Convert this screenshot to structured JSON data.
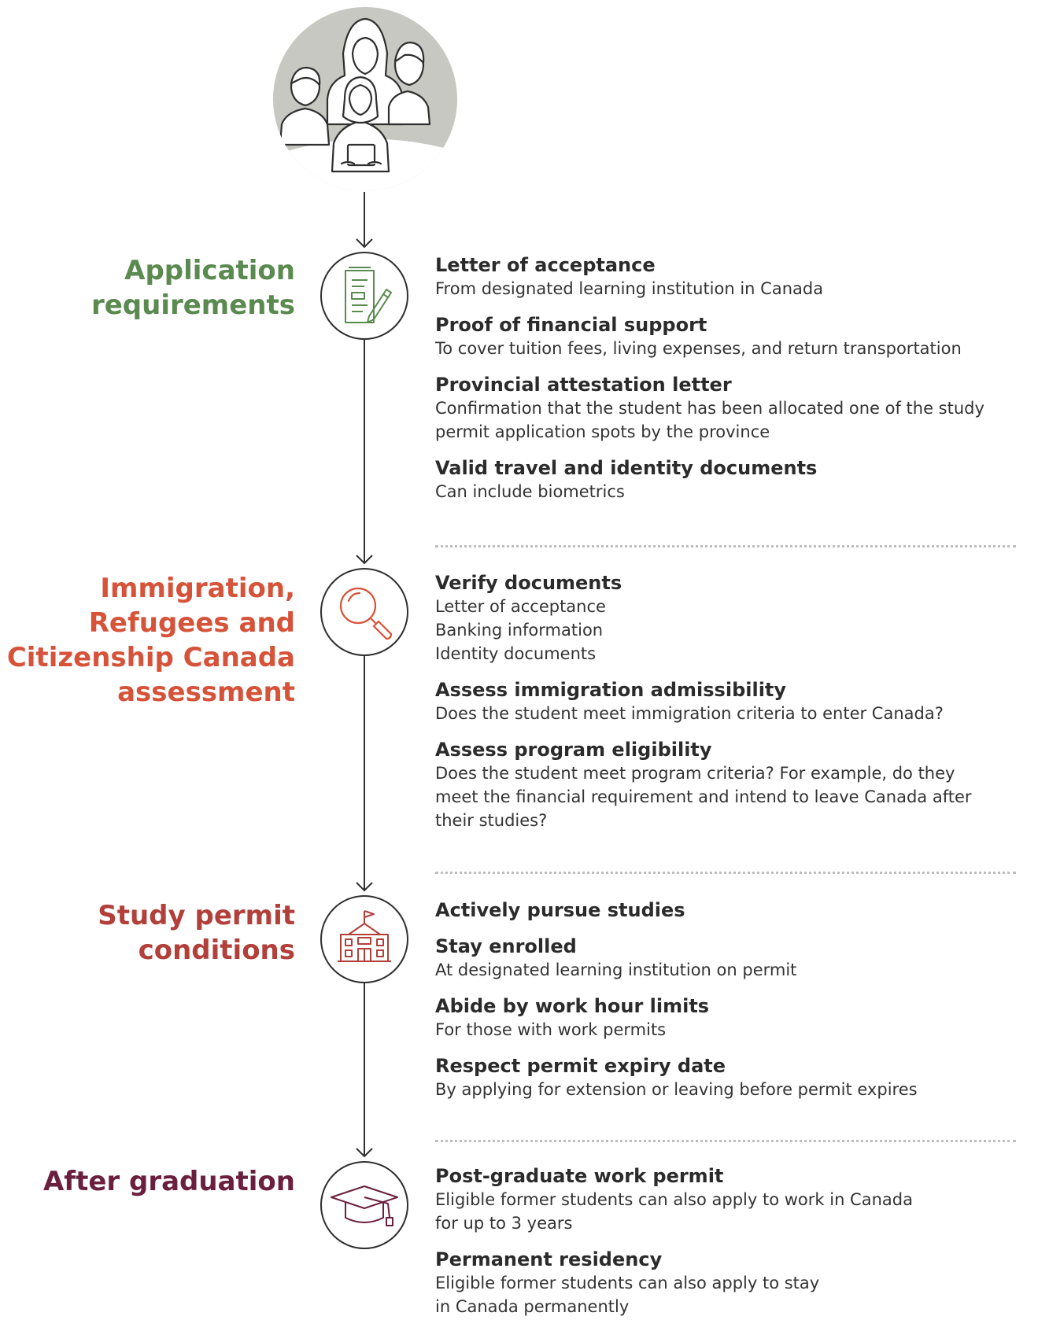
{
  "colors": {
    "application": "#5a8a4f",
    "assessment": "#d6533a",
    "conditions": "#b13f3a",
    "after": "#6b1f3e",
    "line": "#2f2f2f",
    "people_bg": "#c8c8c3"
  },
  "icons": {
    "top": "students-group-icon",
    "application": "document-pen-icon",
    "assessment": "magnifying-glass-icon",
    "conditions": "school-building-icon",
    "after": "graduation-cap-icon"
  },
  "stages": [
    {
      "label_lines": [
        "Application",
        "requirements"
      ],
      "items": [
        {
          "title": "Letter of acceptance",
          "desc": [
            "From designated learning institution in Canada"
          ]
        },
        {
          "title": "Proof of financial support",
          "desc": [
            "To cover tuition fees, living expenses, and return transportation"
          ]
        },
        {
          "title": "Provincial attestation letter",
          "desc": [
            "Confirmation that the student has been allocated one of the study",
            "permit application spots by the province"
          ]
        },
        {
          "title": "Valid travel and identity documents",
          "desc": [
            "Can include biometrics"
          ]
        }
      ]
    },
    {
      "label_lines": [
        "Immigration,",
        "Refugees and",
        "Citizenship Canada",
        "assessment"
      ],
      "items": [
        {
          "title": "Verify documents",
          "desc": [
            "Letter of acceptance",
            "Banking information",
            "Identity documents"
          ]
        },
        {
          "title": "Assess immigration admissibility",
          "desc": [
            "Does the student meet immigration criteria to enter Canada?"
          ]
        },
        {
          "title": "Assess program eligibility",
          "desc": [
            "Does the student meet program criteria? For example, do they",
            "meet the financial requirement and intend to leave Canada after",
            "their studies?"
          ]
        }
      ]
    },
    {
      "label_lines": [
        "Study permit",
        "conditions"
      ],
      "items": [
        {
          "title": "Actively pursue studies",
          "desc": []
        },
        {
          "title": "Stay enrolled",
          "desc": [
            "At designated learning institution on permit"
          ]
        },
        {
          "title": "Abide by work hour limits",
          "desc": [
            "For those with work permits"
          ]
        },
        {
          "title": "Respect permit expiry date",
          "desc": [
            "By applying for extension or leaving before permit expires"
          ]
        }
      ]
    },
    {
      "label_lines": [
        "After graduation"
      ],
      "items": [
        {
          "title": "Post-graduate work permit",
          "desc": [
            "Eligible former students can also apply to work in Canada",
            "for up to 3 years"
          ]
        },
        {
          "title": "Permanent residency",
          "desc": [
            "Eligible former students can also apply to stay",
            "in Canada permanently"
          ]
        }
      ]
    }
  ]
}
